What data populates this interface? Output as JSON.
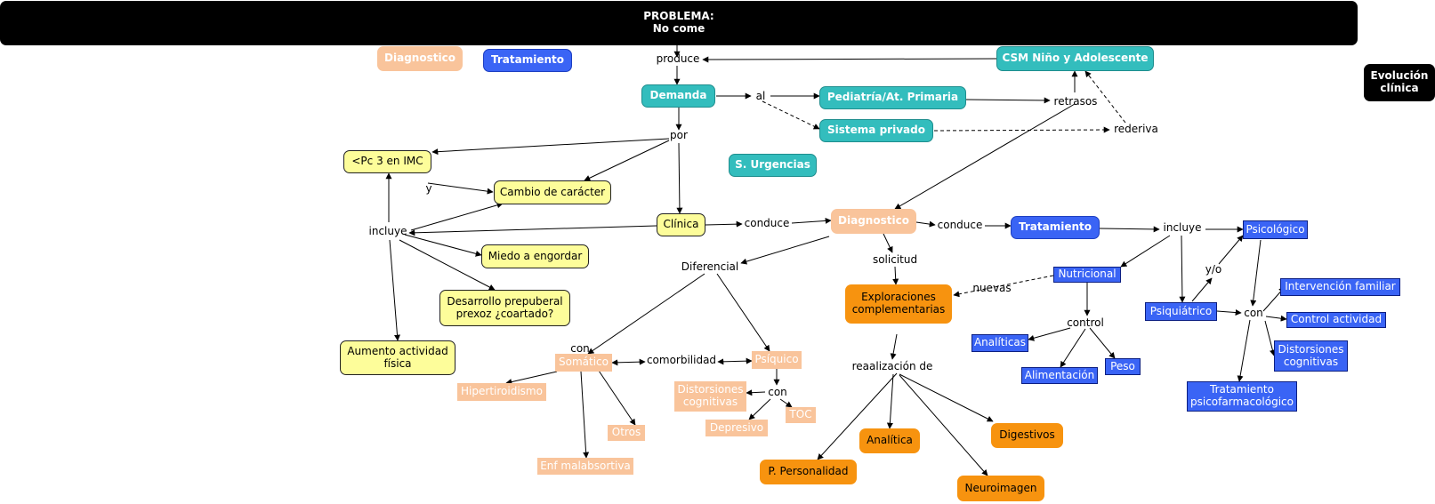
{
  "nodes": {
    "problem_title": "PROBLEMA:\nNo come",
    "legend_diagnostico": "Diagnostico",
    "legend_tratamiento": "Tratamiento",
    "produce": "produce",
    "csm": "CSM Niño y Adolescente",
    "evolucion": "Evolución\nclínica",
    "demanda": "Demanda",
    "al": "al",
    "pediatria": "Pediatría/At. Primaria",
    "retrasos": "retrasos",
    "sistema_privado": "Sistema privado",
    "rederiva": "rederiva",
    "por": "por",
    "pc3": "<Pc 3 en IMC",
    "y": "y",
    "cambio_caracter": "Cambio de carácter",
    "s_urgencias": "S. Urgencias",
    "incluye_left": "incluye",
    "clinica": "Clínica",
    "conduce1": "conduce",
    "diagnostico": "Diagnostico",
    "conduce2": "conduce",
    "tratamiento": "Tratamiento",
    "incluye_right": "incluye",
    "psicologico": "Psicológico",
    "miedo": "Miedo a engordar",
    "diferencial": "Diferencial",
    "solicitud": "solicitud",
    "nutricional": "Nutricional",
    "yo": "y/o",
    "intervencion_familiar": "Intervención familiar",
    "desarrollo": "Desarrollo prepuberal\nprexoz ¿coartado?",
    "exploraciones": "Exploraciones\ncomplementarias",
    "nuevas": "nuevas",
    "psiquiatrico": "Psiquiátrico",
    "con_right": "con",
    "control_actividad": "Control actividad",
    "control": "control",
    "analiticas": "Analíticas",
    "distorsiones_right": "Distorsiones\ncognitivas",
    "aumento": "Aumento actividad\nfísica",
    "con_left": "con",
    "somatico": "Somático",
    "comorbilidad": "comorbilidad",
    "psiquico": "Psíquico",
    "reaalizacion": "reaalización de",
    "alimentacion": "Alimentación",
    "peso": "Peso",
    "tratamiento_psicofarma": "Tratamiento\npsicofarmacológico",
    "hipertiroidismo": "Hipertiroidismo",
    "distorsiones_left": "Distorsiones\ncognitivas",
    "con_mid": "con",
    "toc": "TOC",
    "otros": "Otros",
    "depresivo": "Depresivo",
    "digestivos": "Digestivos",
    "analitica": "Analítica",
    "enf_malabsortiva": "Enf malabsortiva",
    "p_personalidad": "P. Personalidad",
    "neuroimagen": "Neuroimagen"
  },
  "colors": {
    "teal": "#33bdbd",
    "blue": "#3a64f5",
    "peach": "#f9c49b",
    "yellow": "#fdfd9a",
    "orange": "#f7930f",
    "black": "#000000"
  }
}
